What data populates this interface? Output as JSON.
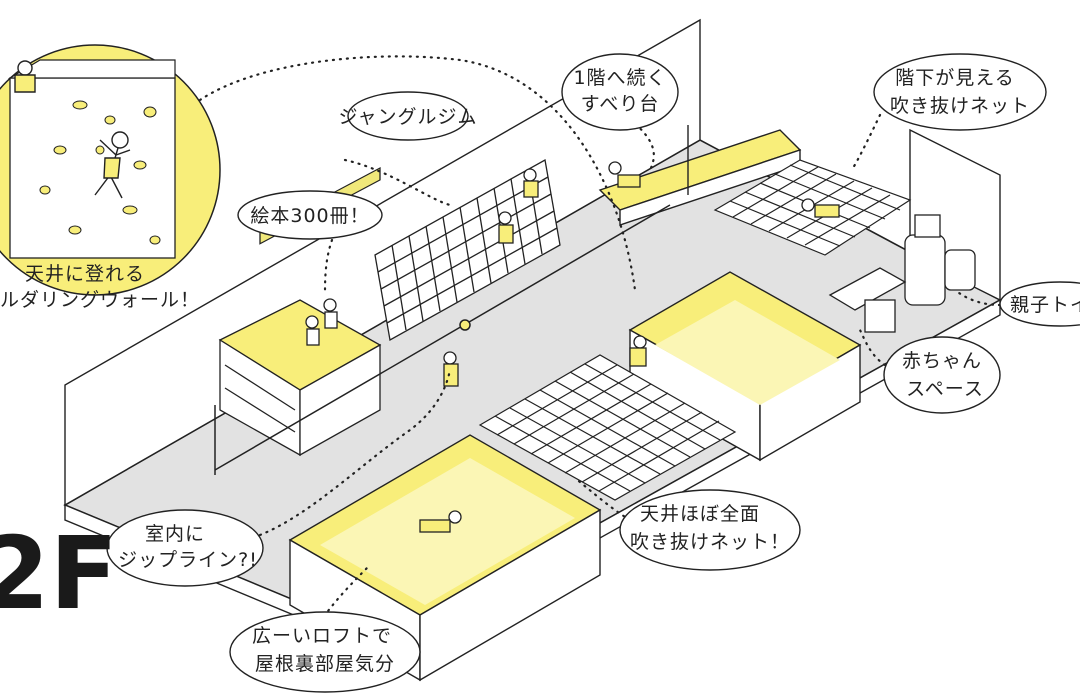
{
  "colors": {
    "accent_yellow": "#f8ee7a",
    "light_yellow": "#fbf6b5",
    "floor_gray": "#e2e2e2",
    "line": "#222222",
    "background": "#ffffff"
  },
  "floor_label": "2F",
  "callouts": {
    "bouldering_line1": "天井に登れる",
    "bouldering_line2": "ルダリングウォール！",
    "jungle_gym": "ジャングルジム",
    "slide_line1": "1階へ続く",
    "slide_line2": "すべり台",
    "stairwell_net_line1": "階下が見える",
    "stairwell_net_line2": "吹き抜けネット",
    "picture_books": "絵本300冊！",
    "family_toilet": "親子トイ",
    "baby_space_line1": "赤ちゃん",
    "baby_space_line2": "スペース",
    "ceiling_net_line1": "天井ほぼ全面",
    "ceiling_net_line2": "吹き抜けネット！",
    "zipline_line1": "室内に",
    "zipline_line2": "ジップライン?!",
    "loft_line1": "広ーいロフトで",
    "loft_line2": "屋根裏部屋気分"
  }
}
